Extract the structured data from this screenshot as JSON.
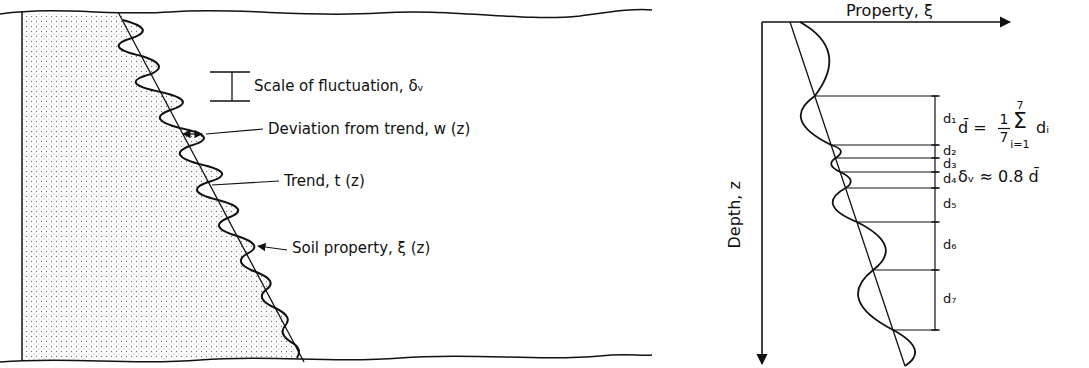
{
  "diagram": {
    "labels": [
      "Scale of fluctuation, δᵥ",
      "Deviation from trend, w (z)",
      "Trend, t (z)",
      "Soil property, ξ (z)",
      "Property, ξ",
      "Depth, z",
      "d₁",
      "d₂",
      "d₃",
      "d₄",
      "d₅",
      "d₆",
      "d₇",
      "d̄ =",
      "1",
      "7",
      "7",
      "Σ",
      "i=1",
      "dᵢ",
      "δᵥ ≈ 0.8 d̄"
    ]
  }
}
